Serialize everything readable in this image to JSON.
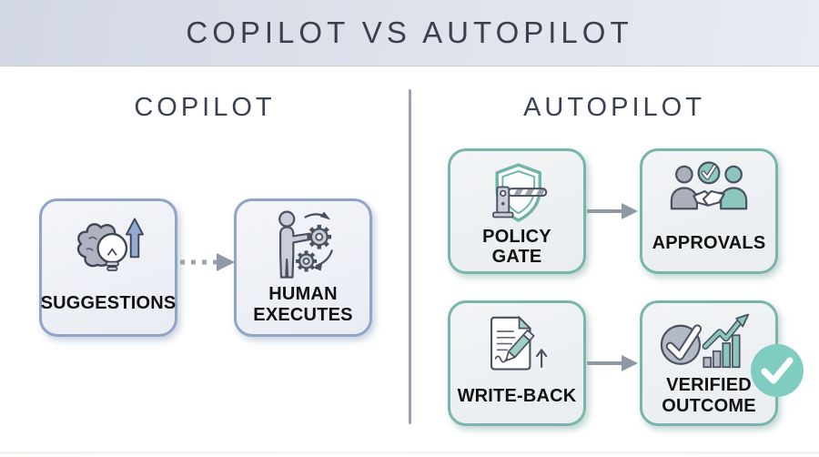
{
  "header": {
    "title": "COPILOT VS AUTOPILOT"
  },
  "left_panel": {
    "heading": "COPILOT",
    "boxes": [
      {
        "label": "SUGGESTIONS",
        "icon": "brain-lightbulb-arrow-icon"
      },
      {
        "label": "HUMAN EXECUTES",
        "icon": "person-gears-icon"
      }
    ],
    "connector": "dotted-arrow"
  },
  "right_panel": {
    "heading": "AUTOPILOT",
    "boxes": [
      {
        "label": "POLICY GATE",
        "icon": "shield-barrier-gate-icon"
      },
      {
        "label": "APPROVALS",
        "icon": "handshake-check-icon"
      },
      {
        "label": "WRITE-BACK",
        "icon": "document-pencil-icon"
      },
      {
        "label": "VERIFIED OUTCOME",
        "icon": "check-circle-growth-chart-icon"
      }
    ],
    "connectors": [
      "solid-arrow",
      "solid-arrow"
    ],
    "badge": {
      "icon": "check-icon"
    }
  },
  "colors": {
    "header_bg": "#d7dce6",
    "copilot_border": "#8fa5c8",
    "autopilot_border": "#79b4ad",
    "badge_fill": "#7fccc0",
    "arrow_gray": "#8f98a5",
    "heading_text": "#3a4250",
    "label_text": "#121212",
    "accent_blue": "#93abd3",
    "accent_teal": "#8cc7bd"
  }
}
